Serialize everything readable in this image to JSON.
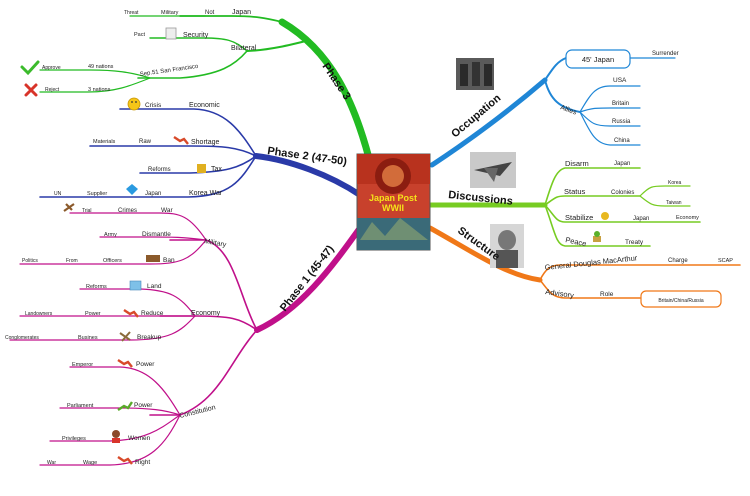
{
  "center": {
    "title_line1": "Japan Post",
    "title_line2": "WWII"
  },
  "phase3": {
    "label": "Phase 3",
    "bilateral": "Bilateral",
    "japan": "Japan",
    "not": "Not",
    "military": "Military",
    "threat": "Threat",
    "security": "Security",
    "pact": "Pact",
    "sep51": "Sep.51 San Francisco",
    "nations49": "49 nations",
    "approve": "Approve",
    "nations3": "3 nations",
    "reject": "Reject"
  },
  "phase2": {
    "label": "Phase 2 (47-50)",
    "economic": "Economic",
    "crisis": "Crisis",
    "shortage": "Shortage",
    "raw": "Raw",
    "materials": "Materials",
    "tax": "Tax",
    "reforms": "Reforms",
    "koreawar": "Korea War",
    "japan": "Japan",
    "supplier": "Supplier",
    "un": "UN"
  },
  "phase1": {
    "label": "Phase 1 (45-47)",
    "military": "Military",
    "war": "War",
    "crimes": "Crimes",
    "trial": "Trial",
    "dismantle": "Dismantle",
    "army": "Army",
    "ban": "Ban",
    "officers": "Officers",
    "from": "From",
    "politics": "Politics",
    "economy": "Economy",
    "land": "Land",
    "reforms": "Reforms",
    "reduce": "Reduce",
    "power": "Power",
    "landowners": "Landowners",
    "breakup": "Breakup",
    "busines": "Busines",
    "conglomerates": "Conglomerates",
    "constitution": "Constitution",
    "power_emperor": "Power",
    "emperor": "Emperor",
    "power_parl": "Power",
    "parliament": "Parliament",
    "women": "Women",
    "privileges": "Privileges",
    "right": "Right",
    "wage": "Wage"
  },
  "occupation": {
    "label": "Occupation",
    "japan45": "45' Japan",
    "surrender": "Surrender",
    "allies": "Allies",
    "usa": "USA",
    "britain": "Britain",
    "russia": "Russia",
    "china": "China"
  },
  "discussions": {
    "label": "Discussions",
    "disarm": "Disarm",
    "japan": "Japan",
    "status": "Status",
    "colonies": "Colonies",
    "korea": "Korea",
    "taiwan": "Taiwan",
    "stabilize": "Stabilize",
    "japan2": "Japan",
    "economy": "Economy",
    "peace": "Peace",
    "treaty": "Treaty"
  },
  "structure": {
    "label": "Structure",
    "macarthur": "General Douglas MacArthur",
    "charge": "Charge",
    "scap": "SCAP",
    "advisory": "Advisory",
    "role": "Role",
    "bcr": "Britain/China/Russia"
  },
  "colors": {
    "phase3": "#22bb22",
    "phase2": "#2a3aa8",
    "phase1": "#c0108a",
    "occupation": "#1f86d6",
    "discussions": "#77cc22",
    "structure": "#f07818"
  }
}
